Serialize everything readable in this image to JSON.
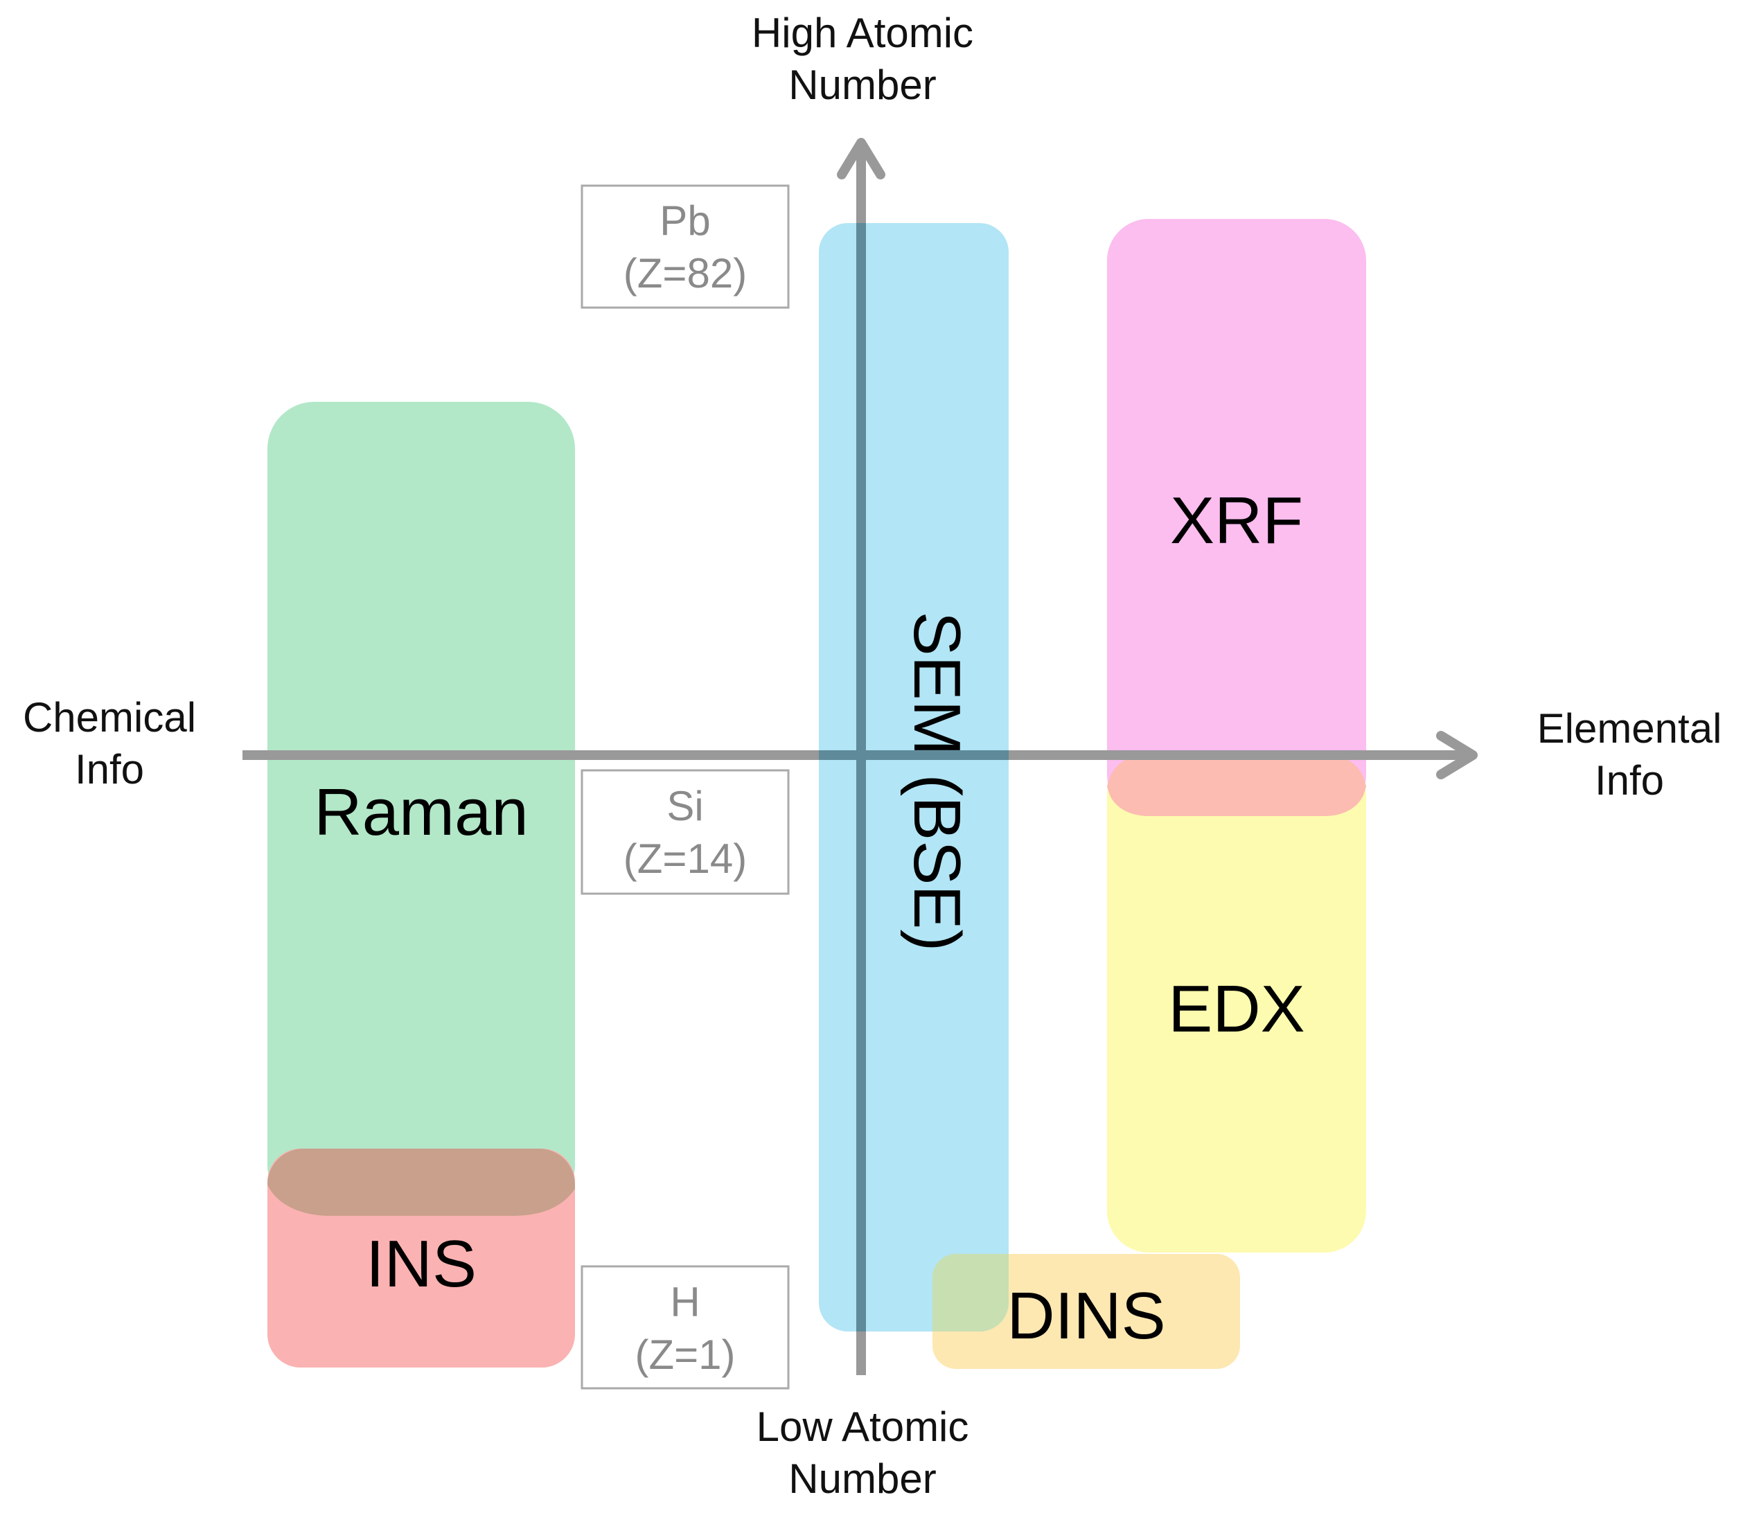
{
  "axes": {
    "y_top": [
      "High Atomic",
      "Number"
    ],
    "y_bottom": [
      "Low Atomic",
      "Number"
    ],
    "x_left": [
      "Chemical",
      "Info"
    ],
    "x_right": [
      "Elemental",
      "Info"
    ]
  },
  "references": [
    {
      "element": "Pb",
      "z": "(Z=82)"
    },
    {
      "element": "Si",
      "z": "(Z=14)"
    },
    {
      "element": "H",
      "z": "(Z=1)"
    }
  ],
  "techniques": {
    "raman": {
      "label": "Raman",
      "color": "#b2e8c8"
    },
    "ins": {
      "label": "INS",
      "color": "#fbb2b2"
    },
    "sem": {
      "label": "SEM (BSE)",
      "color": "#b2e5f5"
    },
    "xrf": {
      "label": "XRF",
      "color": "#fcbdef"
    },
    "edx": {
      "label": "EDX",
      "color": "#fdfbaf"
    },
    "dins": {
      "label": "DINS",
      "color": "#fde8b2"
    }
  },
  "colors": {
    "axis": "#999999",
    "axis_over_sem": "#5f8a99",
    "raman_ins_overlap": "#c8a08c",
    "xrf_edx_overlap": "#fcbcb2",
    "sem_dins_overlap": "#c8dfb2",
    "reference_box_border": "#aaaaaa"
  }
}
